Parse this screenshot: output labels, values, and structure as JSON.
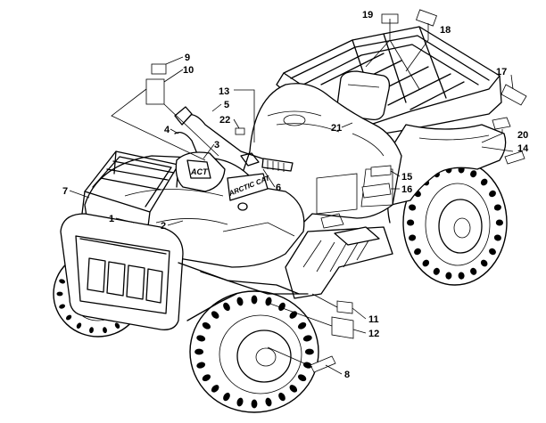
{
  "callouts": [
    {
      "num": "1"
    },
    {
      "num": "2"
    },
    {
      "num": "3"
    },
    {
      "num": "4"
    },
    {
      "num": "5"
    },
    {
      "num": "6"
    },
    {
      "num": "7"
    },
    {
      "num": "8"
    },
    {
      "num": "9"
    },
    {
      "num": "10"
    },
    {
      "num": "11"
    },
    {
      "num": "12"
    },
    {
      "num": "13"
    },
    {
      "num": "14"
    },
    {
      "num": "15"
    },
    {
      "num": "16"
    },
    {
      "num": "17"
    },
    {
      "num": "18"
    },
    {
      "num": "19"
    },
    {
      "num": "20"
    },
    {
      "num": "21"
    },
    {
      "num": "22"
    }
  ],
  "branding": {
    "tank_logo": "ARCTIC CAT",
    "pod_logo": "ACT"
  },
  "colors": {
    "line": "#000000",
    "background": "#ffffff"
  }
}
